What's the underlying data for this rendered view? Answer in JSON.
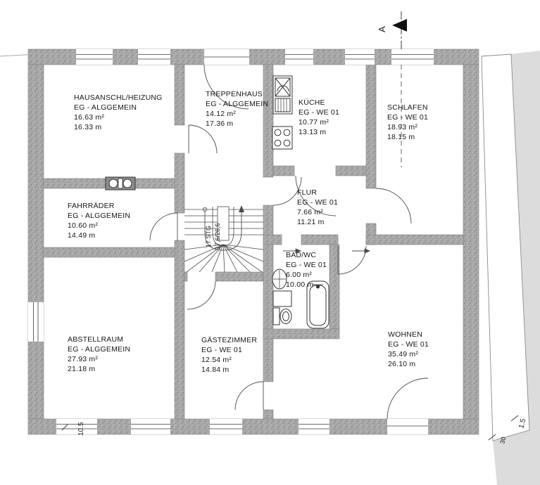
{
  "rooms": [
    {
      "id": "hausanschluss-heizung",
      "name": "HAUSANSCHL/HEIZUNG",
      "zone": "EG - ALGGEMEIN",
      "area": "16.63 m²",
      "perimeter": "16.33 m"
    },
    {
      "id": "treppenhaus",
      "name": "TREPPENHAUS",
      "zone": "EG - ALGGEMEIN",
      "area": "14.12 m²",
      "perimeter": "17.36 m"
    },
    {
      "id": "kueche",
      "name": "KÜCHE",
      "zone": "EG - WE 01",
      "area": "10.77 m²",
      "perimeter": "13.13 m"
    },
    {
      "id": "schlafen",
      "name": "SCHLAFEN",
      "zone": "EG - WE 01",
      "area": "18.93 m²",
      "perimeter": "18.15 m"
    },
    {
      "id": "fahrraeder",
      "name": "FAHRRÄDER",
      "zone": "EG - ALGGEMEIN",
      "area": "10.60 m²",
      "perimeter": "14.49 m"
    },
    {
      "id": "flur",
      "name": "FLUR",
      "zone": "EG - WE 01",
      "area": "7.66 m²",
      "perimeter": "11.21 m"
    },
    {
      "id": "bad-wc",
      "name": "BAD/WC",
      "zone": "EG - WE 01",
      "area": "6.00 m²",
      "perimeter": "10.00 m"
    },
    {
      "id": "abstellraum",
      "name": "ABSTELLRAUM",
      "zone": "EG - ALGGEMEIN",
      "area": "27.93 m²",
      "perimeter": "21.18 m"
    },
    {
      "id": "gaestezimmer",
      "name": "GÄSTEZIMMER",
      "zone": "EG - WE 01",
      "area": "12.54 m²",
      "perimeter": "14.84 m"
    },
    {
      "id": "wohnen",
      "name": "WOHNEN",
      "zone": "EG - WE 01",
      "area": "35.49 m²",
      "perimeter": "26.10 m"
    }
  ],
  "stairs": {
    "steps": "17 STG",
    "rise_run": "17,6/26,6"
  },
  "section": {
    "label": "A"
  },
  "dims": {
    "bottom_left": "10.5",
    "right_width": "1.5",
    "right_offset": "30"
  },
  "colors": {
    "wall_fill": "#a9a9a9",
    "line": "#3a3a3a",
    "scan_background": "#dcdcdc"
  }
}
